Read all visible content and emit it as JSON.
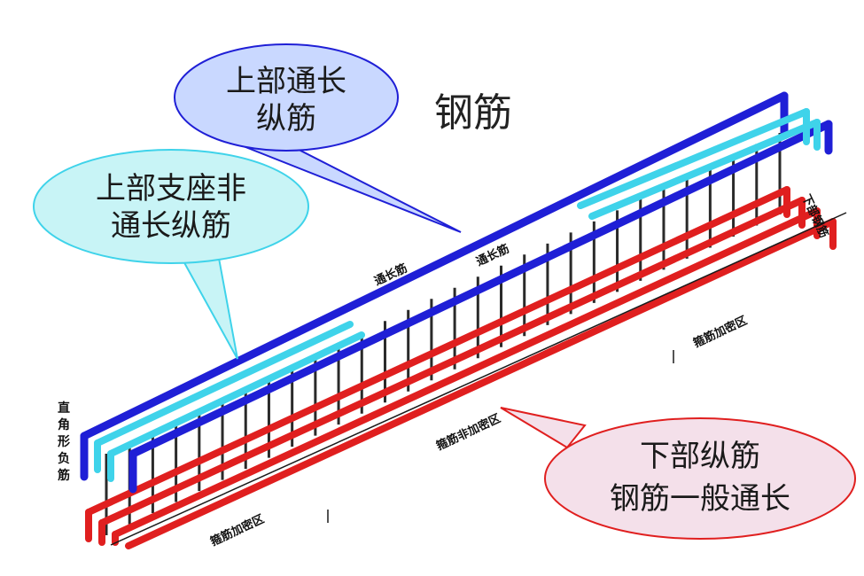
{
  "title": "钢筋",
  "callouts": {
    "upper_continuous": {
      "lines": [
        "上部通长",
        "纵筋"
      ]
    },
    "upper_support": {
      "lines": [
        "上部支座非",
        "通长纵筋"
      ]
    },
    "lower": {
      "lines": [
        "下部纵筋",
        "钢筋一般通长"
      ]
    }
  },
  "labels": {
    "tongchang_1": "通长筋",
    "tongchang_2": "通长筋",
    "dense_zone_right": "箍筋加密区",
    "non_dense_zone": "箍筋非加密区",
    "dense_zone_left": "箍筋加密区",
    "corner_negative": [
      "直",
      "角",
      "形",
      "负",
      "筋"
    ],
    "right_cut": "下部钢筋"
  },
  "colors": {
    "upper_bar": "#1f1fd6",
    "support_bar": "#3fd3ea",
    "lower_bar": "#e01f1f",
    "stirrup": "#2a2a2a",
    "callout_blue_fill": "#c9d8ff",
    "callout_cyan_fill": "#c8f4f6",
    "callout_red_fill": "#f4e0ea"
  }
}
